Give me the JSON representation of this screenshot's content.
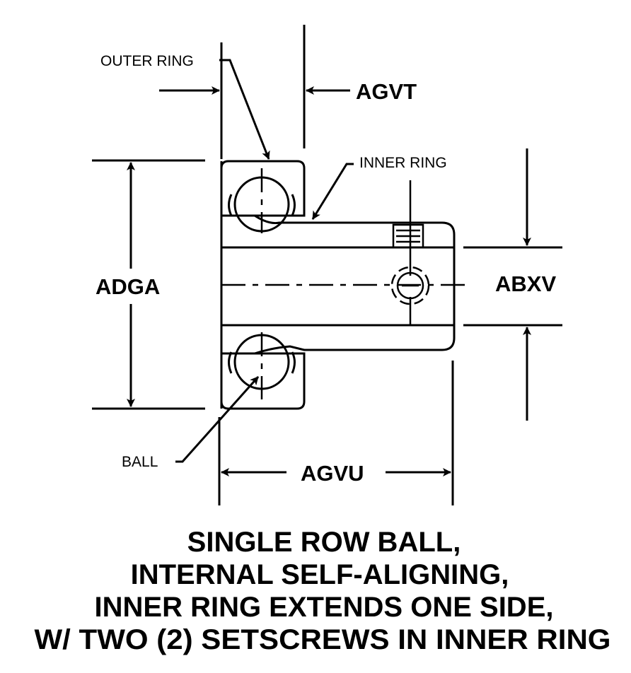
{
  "diagram": {
    "title": "Single row ball bearing, internal self-aligning, inner ring extends one side",
    "labels": {
      "outer_ring": "OUTER RING",
      "inner_ring": "INNER RING",
      "ball": "BALL"
    },
    "dimensions": {
      "agvt": "AGVT",
      "adga": "ADGA",
      "abxv": "ABXV",
      "agvu": "AGVU"
    },
    "caption": [
      "SINGLE ROW BALL,",
      "INTERNAL SELF-ALIGNING,",
      "INNER RING EXTENDS ONE SIDE,",
      "W/ TWO (2) SETSCREWS IN INNER RING"
    ]
  }
}
